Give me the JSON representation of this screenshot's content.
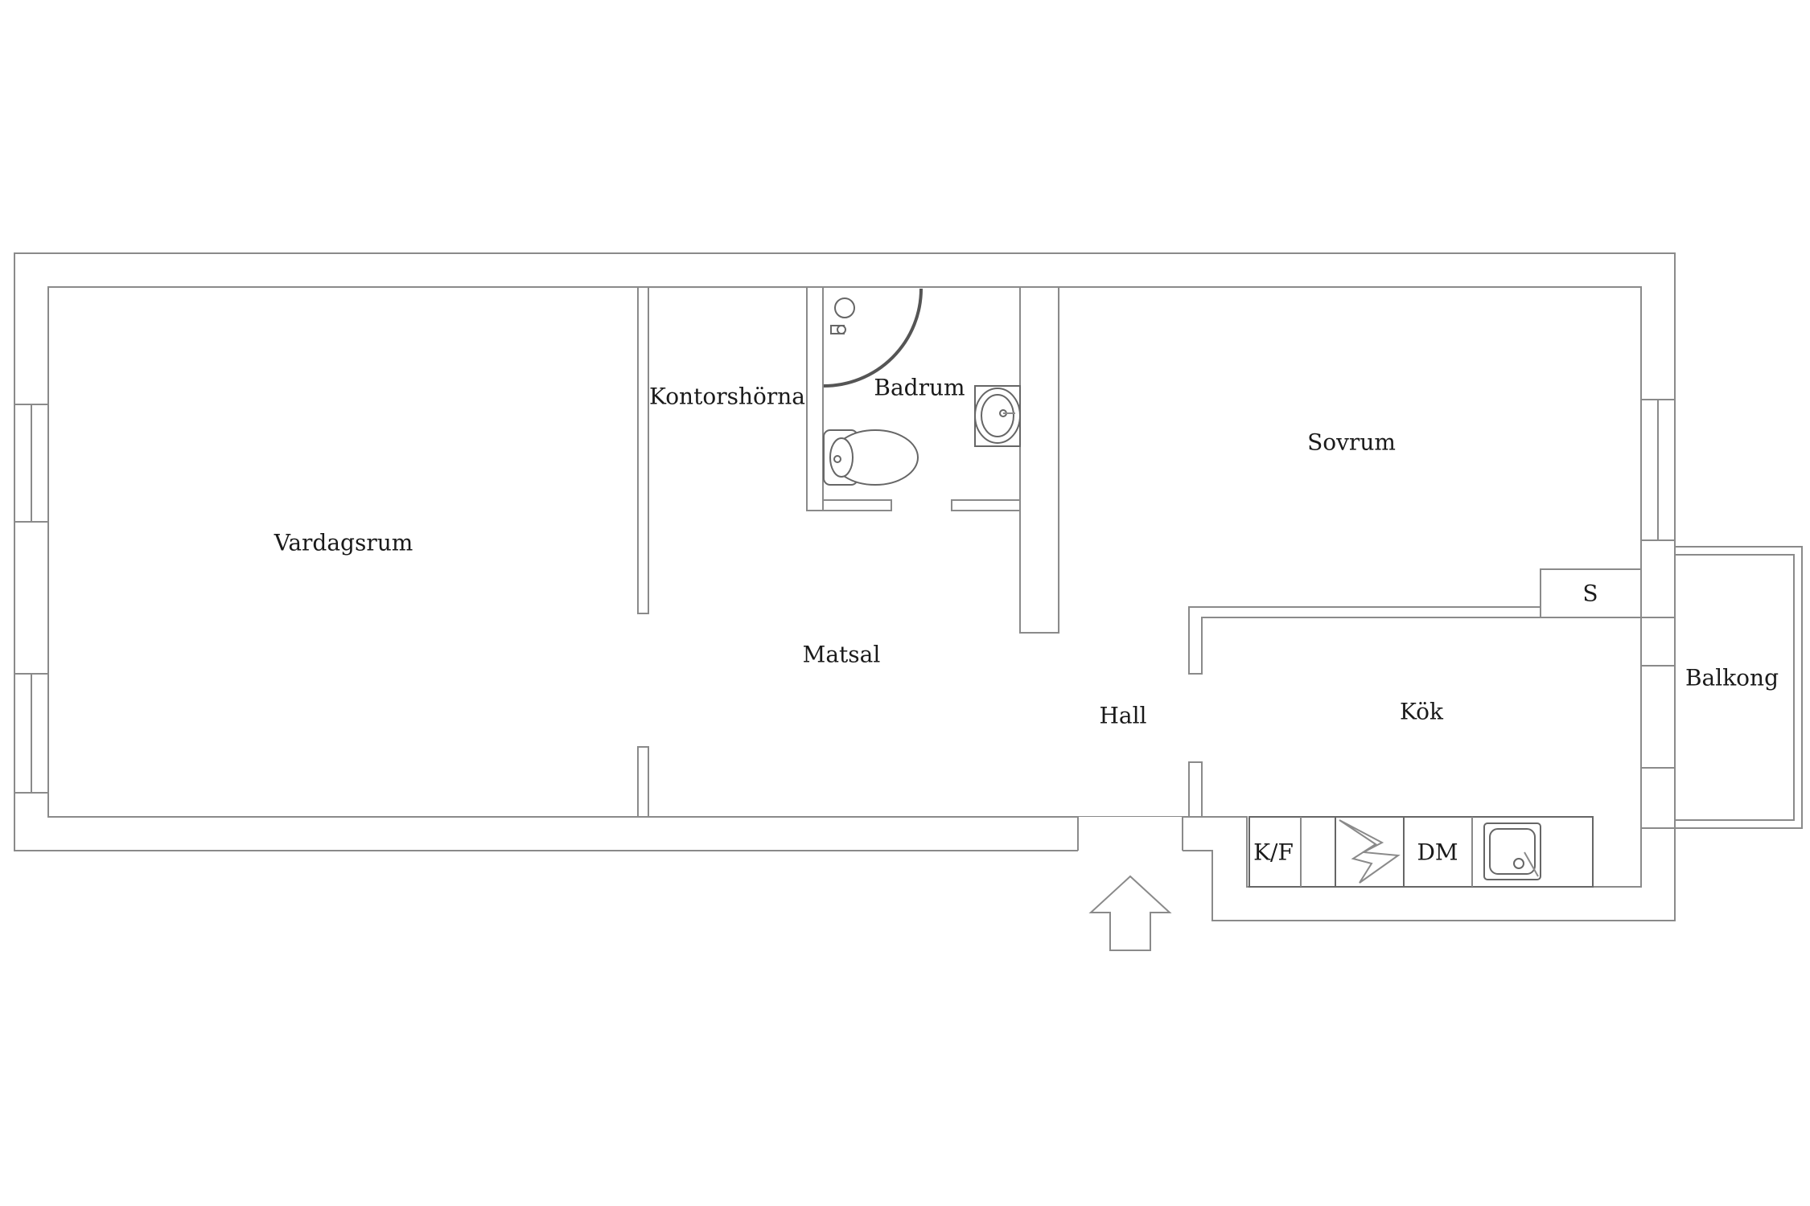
{
  "rooms": {
    "vardagsrum": "Vardagsrum",
    "kontorshorna": "Kontorshörna",
    "badrum": "Badrum",
    "sovrum": "Sovrum",
    "matsal": "Matsal",
    "hall": "Hall",
    "kok": "Kök",
    "balkong": "Balkong",
    "forrad": "S"
  },
  "appliances": {
    "fridge_freezer": "K/F",
    "dishwasher": "DM"
  },
  "icons": [
    "entrance-arrow-icon",
    "shower-icon",
    "toilet-icon",
    "washbasin-icon",
    "stove-icon",
    "sink-icon"
  ]
}
